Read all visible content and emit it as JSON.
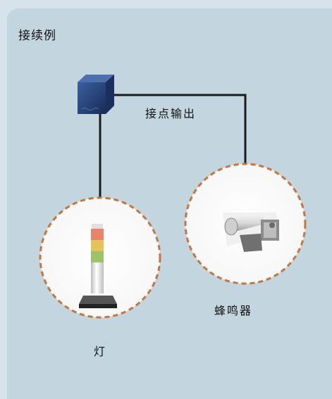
{
  "title": "接续例",
  "labels": {
    "contact_output": "接点输出",
    "buzzer": "蜂鸣器",
    "lamp": "灯"
  },
  "colors": {
    "background": "#c3d6e0",
    "wire": "#1a1a1a",
    "circle_border": "#c8753c",
    "device_blue": "#1f3d73"
  },
  "icons": {
    "controller": "controller-unit-icon",
    "lamp": "signal-tower-lamp-icon",
    "buzzer": "buzzer-icon"
  }
}
